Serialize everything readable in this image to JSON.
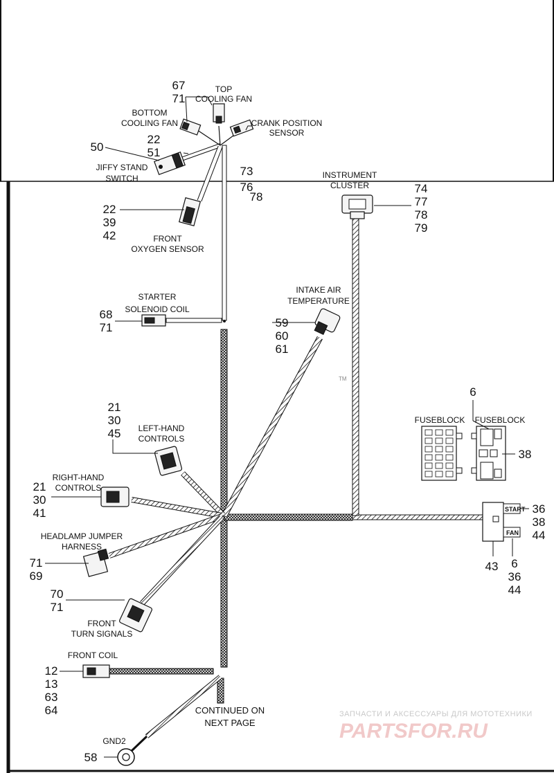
{
  "labels": {
    "top_cooling_fan": [
      "TOP",
      "COOLING FAN"
    ],
    "bottom_cooling_fan": [
      "BOTTOM",
      "COOLING FAN"
    ],
    "crank_position_sensor": [
      "CRANK POSITION",
      "SENSOR"
    ],
    "jiffy_stand_switch": [
      "JIFFY STAND",
      "SWITCH"
    ],
    "front_oxygen_sensor": [
      "FRONT",
      "OXYGEN SENSOR"
    ],
    "instrument_cluster": [
      "INSTRUMENT",
      "CLUSTER"
    ],
    "starter_solenoid_coil": [
      "STARTER",
      "SOLENOID COIL"
    ],
    "intake_air_temperature": [
      "INTAKE AIR",
      "TEMPERATURE"
    ],
    "fuseblock_left": "FUSEBLOCK",
    "fuseblock_right": "FUSEBLOCK",
    "left_hand_controls": [
      "LEFT-HAND",
      "CONTROLS"
    ],
    "right_hand_controls": [
      "RIGHT-HAND",
      "CONTROLS"
    ],
    "headlamp_jumper_harness": [
      "HEADLAMP JUMPER",
      "HARNESS"
    ],
    "front_turn_signals": [
      "FRONT",
      "TURN SIGNALS"
    ],
    "front_coil": "FRONT COIL",
    "gnd2": "GND2",
    "continued": [
      "CONTINUED ON",
      "NEXT PAGE"
    ],
    "relay_start": "START",
    "relay_fan": "FAN",
    "tm": "TM"
  },
  "callouts": {
    "top_fan": [
      "67",
      "71"
    ],
    "jiffy_a": [
      "50"
    ],
    "jiffy_b": [
      "22",
      "51"
    ],
    "crank": [
      "73",
      "76",
      "78"
    ],
    "oxygen": [
      "22",
      "39",
      "42"
    ],
    "instrument": [
      "74",
      "77",
      "78",
      "79"
    ],
    "starter": [
      "68",
      "71"
    ],
    "intake": [
      "59",
      "60",
      "61"
    ],
    "fuseblock_top": [
      "6"
    ],
    "fuseblock_side": [
      "38"
    ],
    "left_hand": [
      "21",
      "30",
      "45"
    ],
    "right_hand": [
      "21",
      "30",
      "41"
    ],
    "relay_right": [
      "36",
      "38",
      "44"
    ],
    "relay_bottom_left": [
      "43"
    ],
    "relay_bottom_right": [
      "6",
      "36",
      "44"
    ],
    "headlamp": [
      "71",
      "69"
    ],
    "turn_signals": [
      "70",
      "71"
    ],
    "front_coil": [
      "12",
      "13",
      "63",
      "64"
    ],
    "gnd2": [
      "58"
    ]
  },
  "watermark": {
    "line1": "ЗАПЧАСТИ И АКСЕССУАРЫ ДЛЯ МОТОТЕХНИКИ",
    "line2": "PARTSFOR.RU"
  }
}
